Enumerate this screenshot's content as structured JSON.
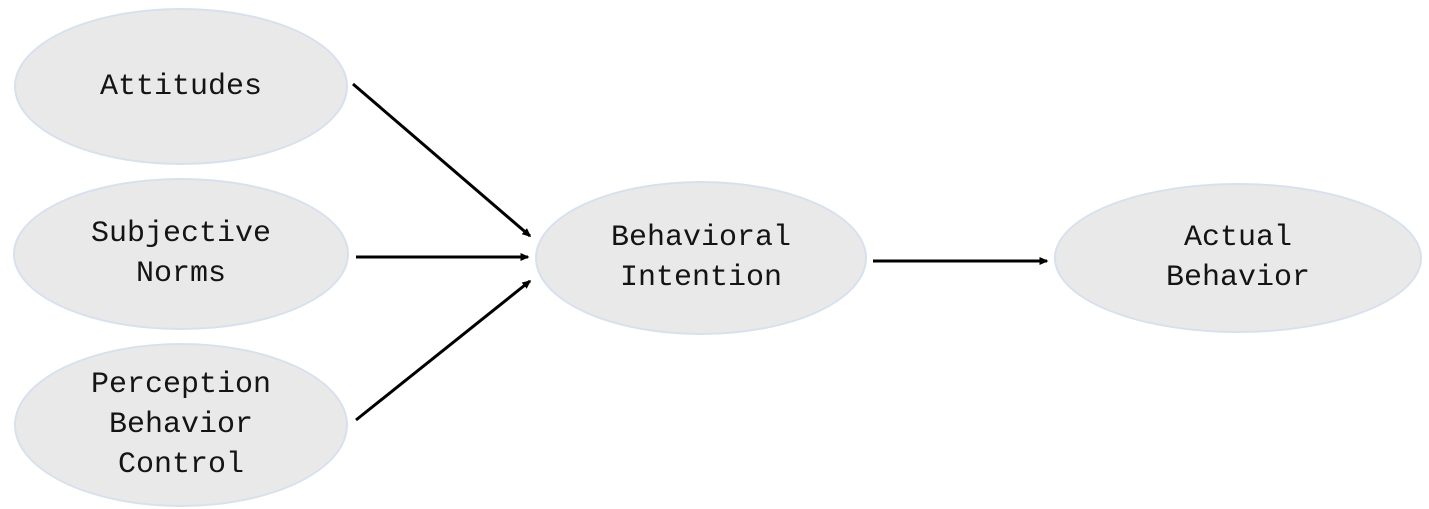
{
  "diagram": {
    "nodes": [
      {
        "id": "attitudes",
        "label": "Attitudes",
        "lines": [
          "Attitudes"
        ]
      },
      {
        "id": "subjective-norms",
        "label": "Subjective Norms",
        "lines": [
          "Subjective",
          "Norms"
        ]
      },
      {
        "id": "perception-control",
        "label": "Perception Behavior Control",
        "lines": [
          "Perception",
          "Behavior",
          "Control"
        ]
      },
      {
        "id": "behavioral-intention",
        "label": "Behavioral Intention",
        "lines": [
          "Behavioral",
          "Intention"
        ]
      },
      {
        "id": "actual-behavior",
        "label": "Actual Behavior",
        "lines": [
          "Actual",
          "Behavior"
        ]
      }
    ],
    "edges": [
      {
        "from": "attitudes",
        "to": "behavioral-intention"
      },
      {
        "from": "subjective-norms",
        "to": "behavioral-intention"
      },
      {
        "from": "perception-control",
        "to": "behavioral-intention"
      },
      {
        "from": "behavioral-intention",
        "to": "actual-behavior"
      }
    ],
    "colors": {
      "node_fill": "#e9e9e9",
      "node_border": "#d7e1ee",
      "arrow": "#000000",
      "text": "#141414",
      "background": "#ffffff"
    }
  }
}
